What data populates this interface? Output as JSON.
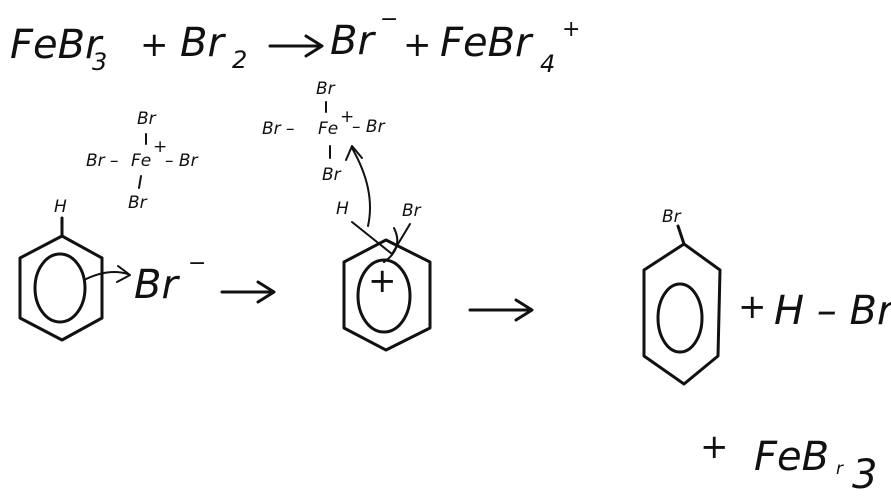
{
  "equation": {
    "r1": "FeBr",
    "r1_sub": "3",
    "plus1": "+",
    "r2": "Br",
    "r2_sub": "2",
    "p1": "Br",
    "p1_charge": "−",
    "plus2": "+",
    "p2": "FeBr",
    "p2_sub": "4",
    "p2_charge": "+"
  },
  "complex1": {
    "top": "Br",
    "left": "Br –",
    "center": "Fe",
    "center_charge": "+",
    "right": "– Br",
    "bottom": "Br"
  },
  "complex2": {
    "top": "Br",
    "left": "Br –",
    "center": "Fe",
    "center_charge": "+",
    "right": "– Br",
    "bottom": "Br"
  },
  "step1": {
    "h_label": "H",
    "br": "Br",
    "br_charge": "−"
  },
  "step2": {
    "h_label": "H",
    "br_label": "Br",
    "cation": "+"
  },
  "step3": {
    "br_label": "Br",
    "plus": "+",
    "hbr": "H – Br"
  },
  "byproduct": {
    "plus": "+",
    "fe": "FeB",
    "fe_tail": "r",
    "fe_sub": "3"
  },
  "colors": {
    "ink": "#111111",
    "background": "#ffffff"
  }
}
